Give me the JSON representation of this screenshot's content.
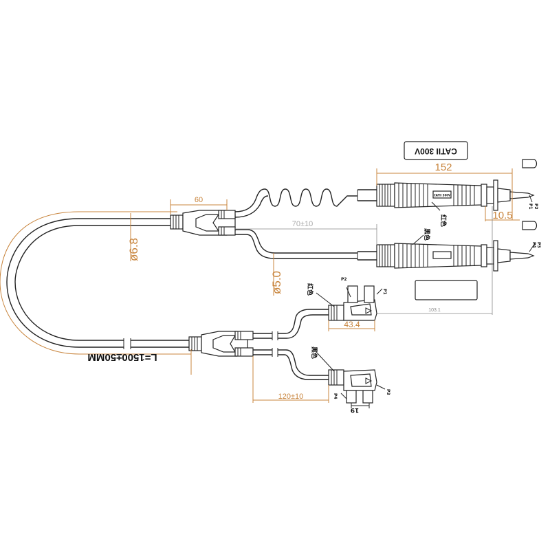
{
  "diagram": {
    "cat_label": "CATII 300V",
    "dimensions": {
      "length_152": "152",
      "length_60": "60",
      "length_70": "70±10",
      "dia_6_8": "ø6.8",
      "dia_5_0": "ø5.0",
      "length_43_4": "43.4",
      "length_10_5": "10.5",
      "length_103_1": "103.1",
      "length_120": "120±10",
      "length_19": "19",
      "cable_length": "L=1500±50MM"
    },
    "labels": {
      "red_top": "红色",
      "black_top": "黑色",
      "red_clip": "红色",
      "black_clip": "黑色"
    },
    "pins": {
      "p1": "P1",
      "p2": "P2",
      "p3": "P3",
      "p4": "P4",
      "clip_top_p1": "P1",
      "clip_top_p2": "P2",
      "clip_bot_p3": "P3",
      "clip_bot_p4": "P4"
    },
    "colors": {
      "outline": "#222222",
      "dimension": "#c8843c",
      "dimension_grey": "#888888"
    }
  }
}
